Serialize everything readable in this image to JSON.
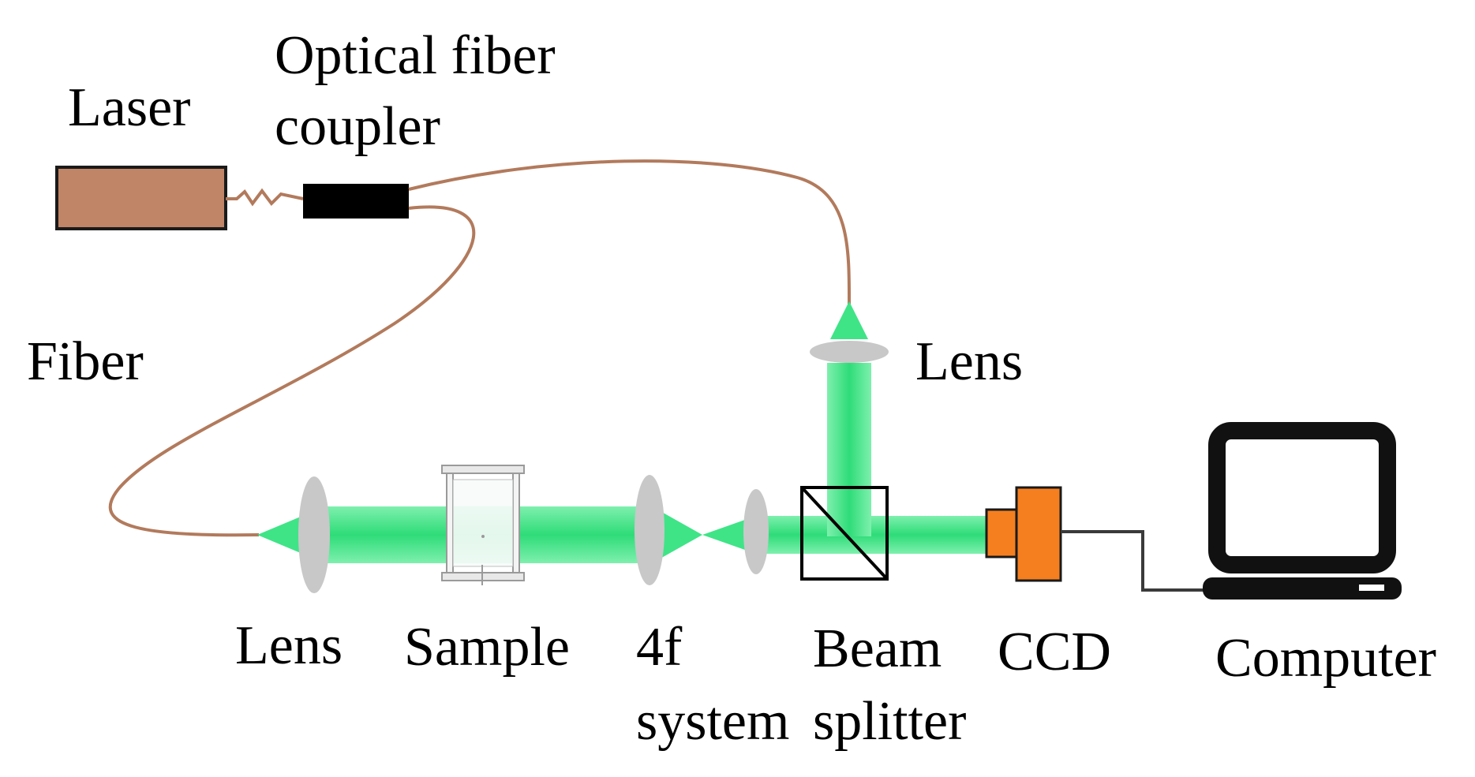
{
  "labels": {
    "laser": "Laser",
    "optical_fiber_coupler_line1": "Optical fiber",
    "optical_fiber_coupler_line2": "coupler",
    "fiber": "Fiber",
    "lens_top": "Lens",
    "lens_bottom": "Lens",
    "sample": "Sample",
    "system_4f_line1": "4f",
    "system_4f_line2": "system",
    "beam_splitter_line1": "Beam",
    "beam_splitter_line2": "splitter",
    "ccd": "CCD",
    "computer": "Computer"
  },
  "colors": {
    "laser_body": "#c08466",
    "fiber": "#b27a5c",
    "beam": "#3fe487",
    "lens": "#c8c8c8",
    "ccd": "#f57f1f",
    "coupler": "#000000",
    "cable": "#3a3a3a"
  },
  "icons": {
    "computer": "laptop-icon"
  }
}
